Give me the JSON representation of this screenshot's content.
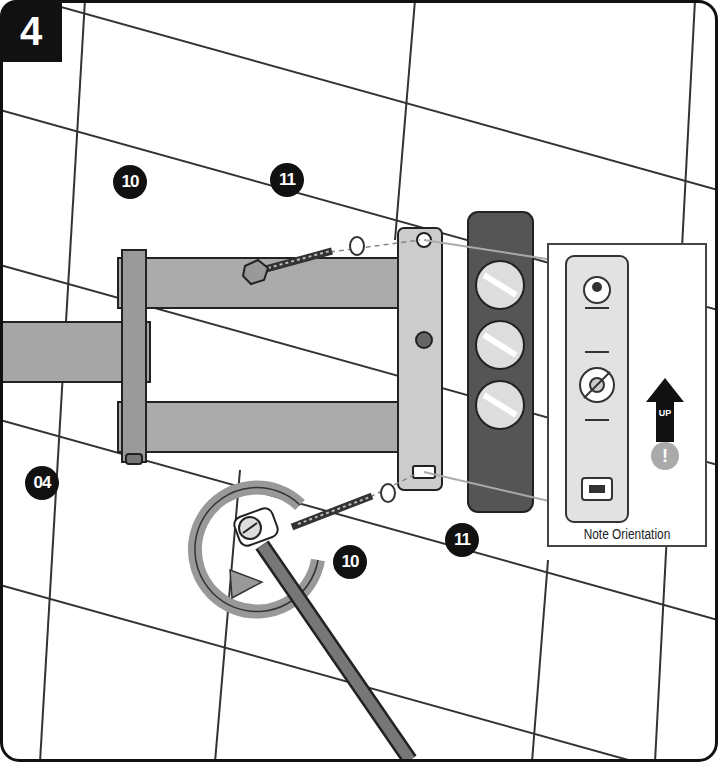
{
  "diagram": {
    "nodes": [
      {
        "text": [
          "4"
        ]
      },
      {
        "text": [
          "10"
        ]
      },
      {
        "text": [
          "11"
        ]
      },
      {
        "text": [
          "Note Orientation"
        ]
      },
      {
        "text": [
          "04"
        ]
      },
      {
        "text": [
          "11"
        ]
      },
      {
        "text": [
          "10"
        ]
      }
    ],
    "labels": [
      "UP",
      "!"
    ]
  }
}
